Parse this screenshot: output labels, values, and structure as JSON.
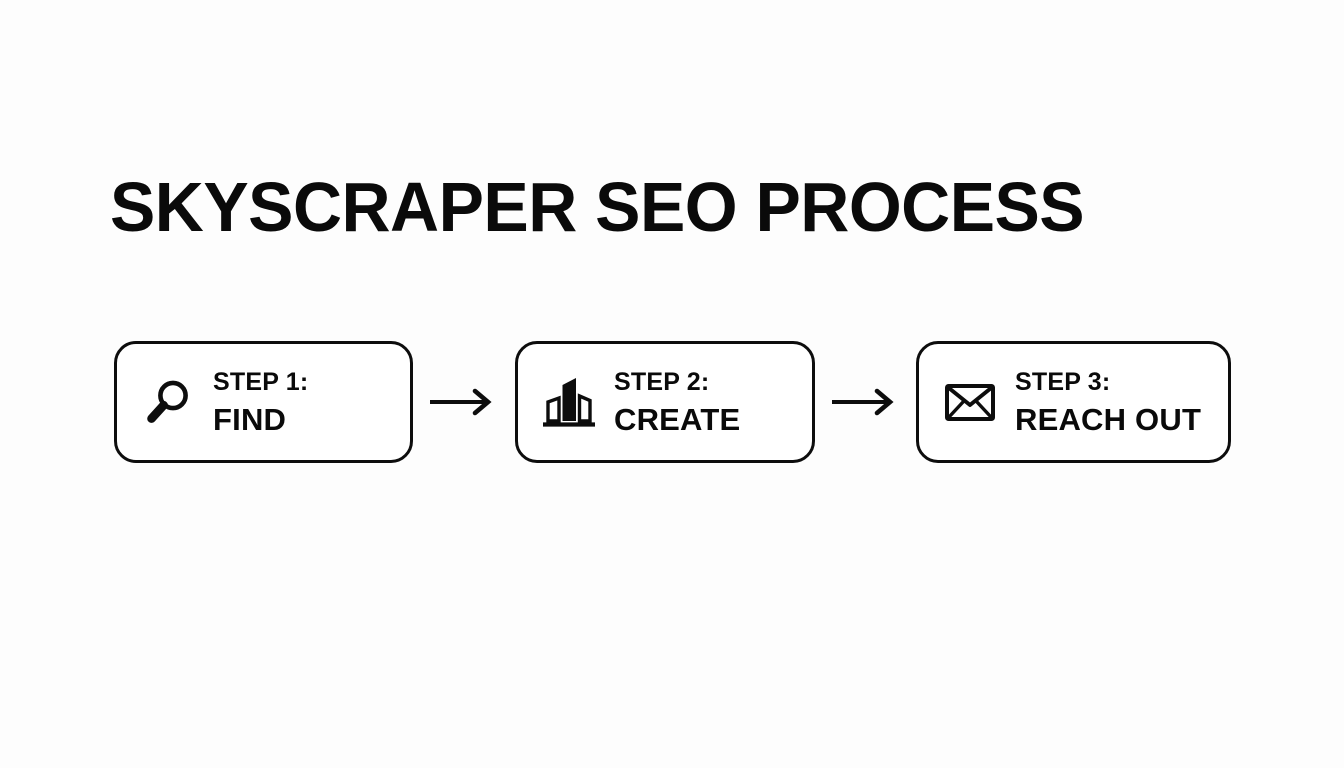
{
  "page": {
    "title": "SKYSCRAPER SEO PROCESS",
    "background_color": "#fdfdfd",
    "ink_color": "#0a0a0a"
  },
  "flow": {
    "steps": [
      {
        "kicker": "STEP 1:",
        "label": "FIND",
        "icon": "magnifier-icon"
      },
      {
        "kicker": "STEP 2:",
        "label": "CREATE",
        "icon": "skyscraper-buildings-icon"
      },
      {
        "kicker": "STEP 3:",
        "label": "REACH OUT",
        "icon": "envelope-icon"
      }
    ],
    "connectors": [
      {
        "icon": "arrow-right-icon"
      },
      {
        "icon": "arrow-right-icon"
      }
    ]
  }
}
